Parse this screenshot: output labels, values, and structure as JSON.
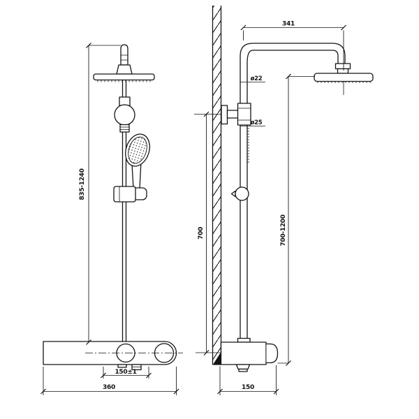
{
  "drawing": {
    "background": "#ffffff",
    "line_color": "#141414",
    "dimensions": {
      "front_height_range": "835-1240",
      "front_inlet_spacing": "150±1",
      "front_body_width": "360",
      "side_arm_length": "341",
      "side_upper_pipe_dia": "ø22",
      "side_lower_pipe_dia": "ø25",
      "side_bracket_to_valve": "700",
      "side_height_range": "700-1200",
      "side_body_depth": "150"
    }
  }
}
